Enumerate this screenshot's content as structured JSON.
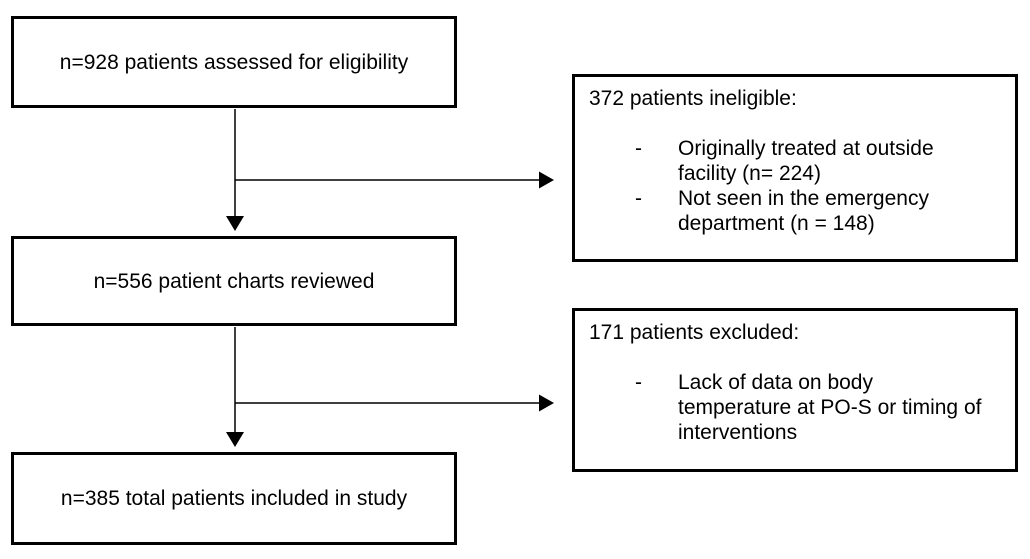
{
  "flowchart": {
    "colors": {
      "border": "#000000",
      "text": "#000000",
      "background": "#ffffff"
    },
    "assessed": {
      "label": "n=928 patients assessed for eligibility"
    },
    "reviewed": {
      "label": "n=556 patient charts reviewed"
    },
    "included": {
      "label": "n=385 total patients included in study"
    },
    "ineligible": {
      "heading": "372 patients ineligible:",
      "bullets": [
        {
          "marker": "-",
          "text": "Originally treated at outside\nfacility (n= 224)"
        },
        {
          "marker": "-",
          "text": "Not seen in the emergency\ndepartment (n = 148)"
        }
      ]
    },
    "excluded": {
      "heading": "171 patients excluded:",
      "bullets": [
        {
          "marker": "-",
          "text": "Lack of data on body\ntemperature at PO-S or timing of\ninterventions"
        }
      ]
    }
  }
}
